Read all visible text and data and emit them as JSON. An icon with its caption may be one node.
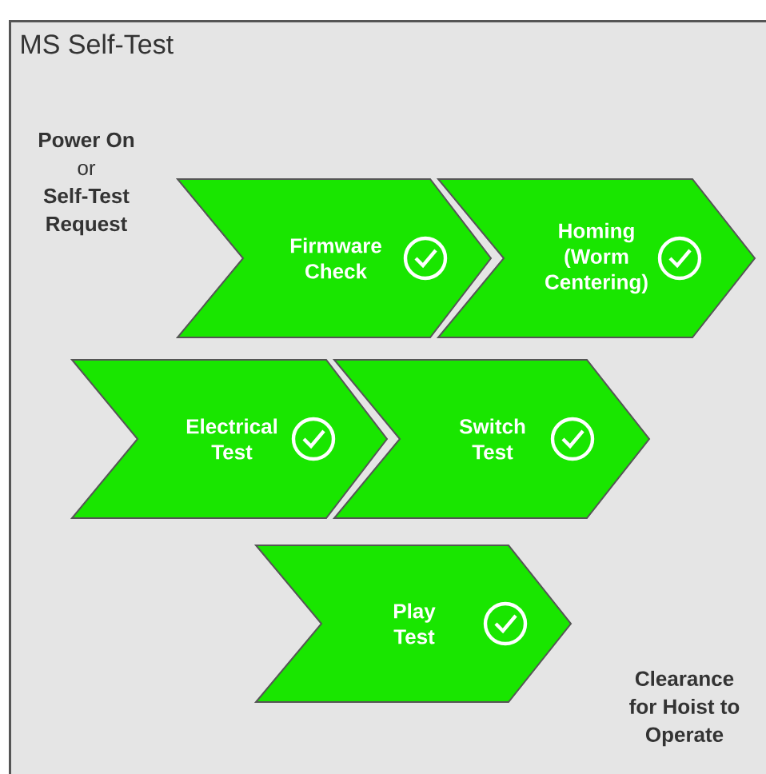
{
  "diagram": {
    "nodes": [
      {
        "text": [
          "MS Self-Test"
        ]
      },
      {
        "text": [
          "Firmware Check"
        ],
        "in": 0
      },
      {
        "text": [
          "Homing (Worm Centering)"
        ],
        "in": 0
      },
      {
        "text": [
          "Electrical Test"
        ],
        "in": 0
      },
      {
        "text": [
          "Switch Test"
        ],
        "in": 0
      },
      {
        "text": [
          "Play Test"
        ],
        "in": 0
      }
    ],
    "labels": [
      "**Power On** or **Self-Test Request**",
      "Clearance for Hoist to Operate"
    ]
  }
}
